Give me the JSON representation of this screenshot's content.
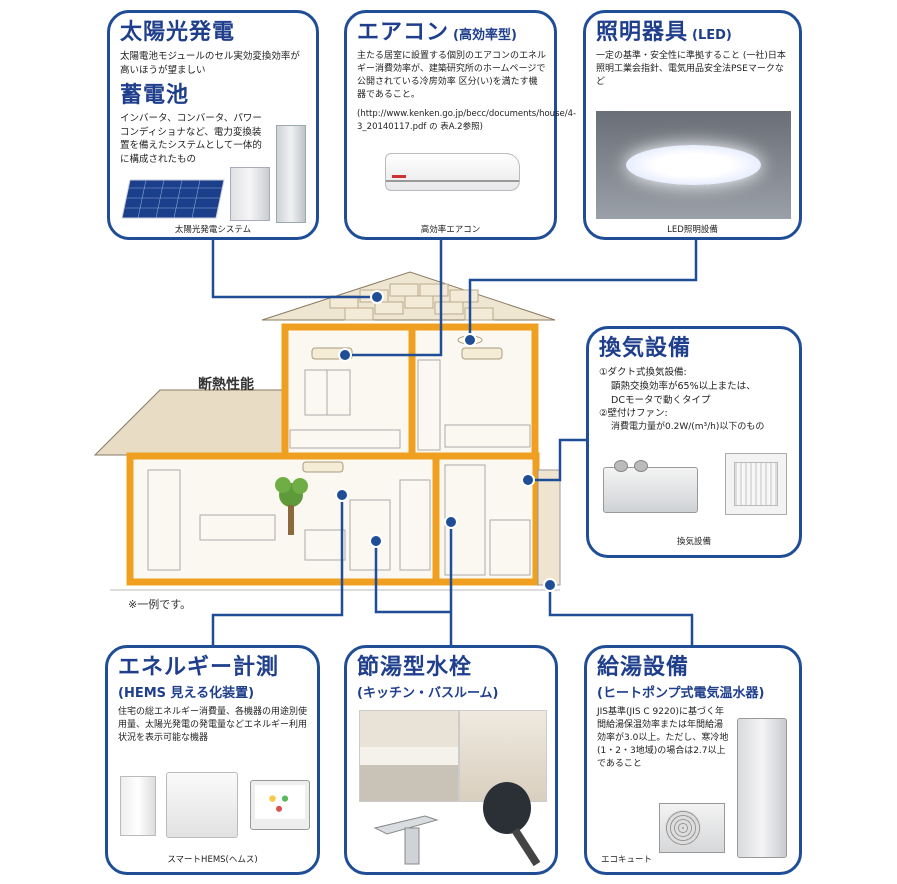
{
  "solar": {
    "title": "太陽光発電",
    "desc": "太陽電池モジュールのセル実効変換効率が高いほうが望ましい",
    "battery_title": "蓄電池",
    "battery_desc": "インバータ、コンバータ、パワーコンディショナなど、電力変換装置を備えたシステムとして一体的に構成されたもの",
    "caption": "太陽光発電システム"
  },
  "aircon": {
    "title": "エアコン",
    "subtitle": "(高効率型)",
    "desc": "主たる居室に設置する個別のエアコンのエネルギー消費効率が、建築研究所のホームページで公開されている冷房効率 区分(い)を満たす機器であること。",
    "url": "(http://www.kenken.go.jp/becc/documents/house/4-3_20140117.pdf の 表A.2参照)",
    "caption": "高効率エアコン"
  },
  "lighting": {
    "title": "照明器具",
    "subtitle": "(LED)",
    "desc": "一定の基準・安全性に準拠すること (一社)日本照明工業会指針、電気用品安全法PSEマークなど",
    "caption": "LED照明設備"
  },
  "ventilation": {
    "title": "換気設備",
    "line1": "①ダクト式換気設備:",
    "line2": "顕熱交換効率が65%以上または、",
    "line3": "DCモータで動くタイプ",
    "line4": "②壁付けファン:",
    "line5": "消費電力量が0.2W/(m³/h)以下のもの",
    "caption": "換気設備"
  },
  "house": {
    "insulation_label": "断熱性能",
    "note": "※一例です。"
  },
  "hems": {
    "title": "エネルギー計測",
    "subtitle": "(HEMS 見える化装置)",
    "desc": "住宅の総エネルギー消費量、各機器の用途別使用量、太陽光発電の発電量などエネルギー利用状況を表示可能な機器",
    "caption": "スマートHEMS(ヘムス)"
  },
  "faucet": {
    "title": "節湯型水栓",
    "subtitle": "(キッチン・バスルーム)"
  },
  "water_heater": {
    "title": "給湯設備",
    "subtitle": "(ヒートポンプ式電気温水器)",
    "desc": "JIS基準(JIS C 9220)に基づく年間給湯保温効率または年間給湯効率が3.0以上。ただし、寒冷地(1・2・3地域)の場合は2.7以上であること",
    "caption": "エコキュート"
  },
  "colors": {
    "accent": "#1f4e96",
    "insulation": "#f0a020",
    "house": "#efe4cf"
  }
}
